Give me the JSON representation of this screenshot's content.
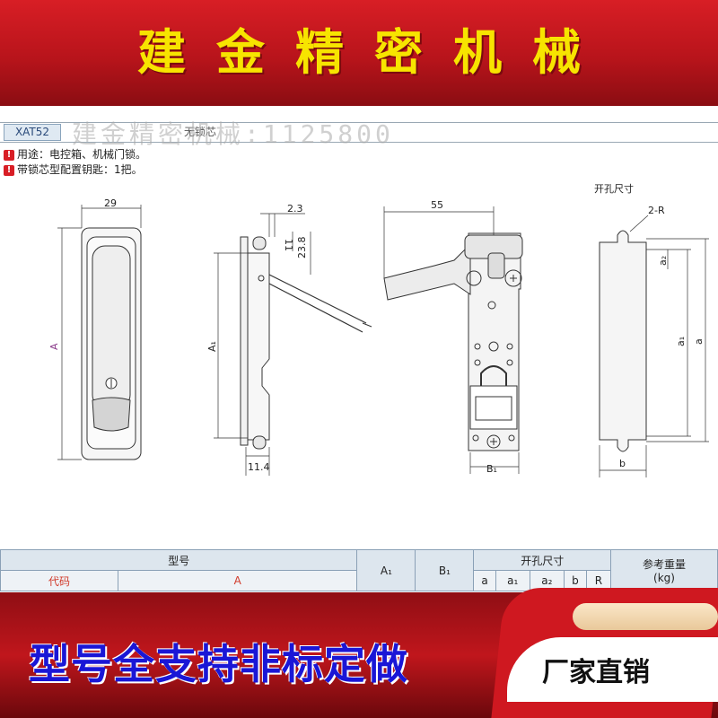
{
  "header": {
    "title": "建金精密机械"
  },
  "strip": {
    "model": "XAT52",
    "fragment": "无锁芯",
    "watermark": "建金精密机械:1125800"
  },
  "notes": [
    "用途：电控箱、机械门锁。",
    "带锁芯型配置钥匙：1把。"
  ],
  "drawing": {
    "view1": {
      "width_label": "29",
      "height_label": "A"
    },
    "view2": {
      "top_label": "2.3",
      "pin_label": "11",
      "depth_label": "23.8",
      "height_label": "A₁",
      "bottom_label": "11.4"
    },
    "view3": {
      "width_label": "55",
      "bottom_label": "B₁"
    },
    "cutout": {
      "title": "开孔尺寸",
      "radius_label": "2-R",
      "a2_label": "a₂",
      "a1_label": "a₁",
      "a_label": "a",
      "b_label": "b"
    }
  },
  "table": {
    "model": "型号",
    "code": "代码",
    "a_col": "A",
    "a1": "A₁",
    "b1": "B₁",
    "cutout": "开孔尺寸",
    "cols": [
      "a",
      "a₁",
      "a₂",
      "b",
      "R"
    ],
    "weight": "参考重量",
    "weight_unit": "(kg)"
  },
  "footer": {
    "slogan": "型号全支持非标定做",
    "sales": "厂家直销"
  },
  "colors": {
    "header_red": "#d81e25",
    "title_yellow": "#f7e400",
    "slogan_blue": "#1a16d6"
  }
}
